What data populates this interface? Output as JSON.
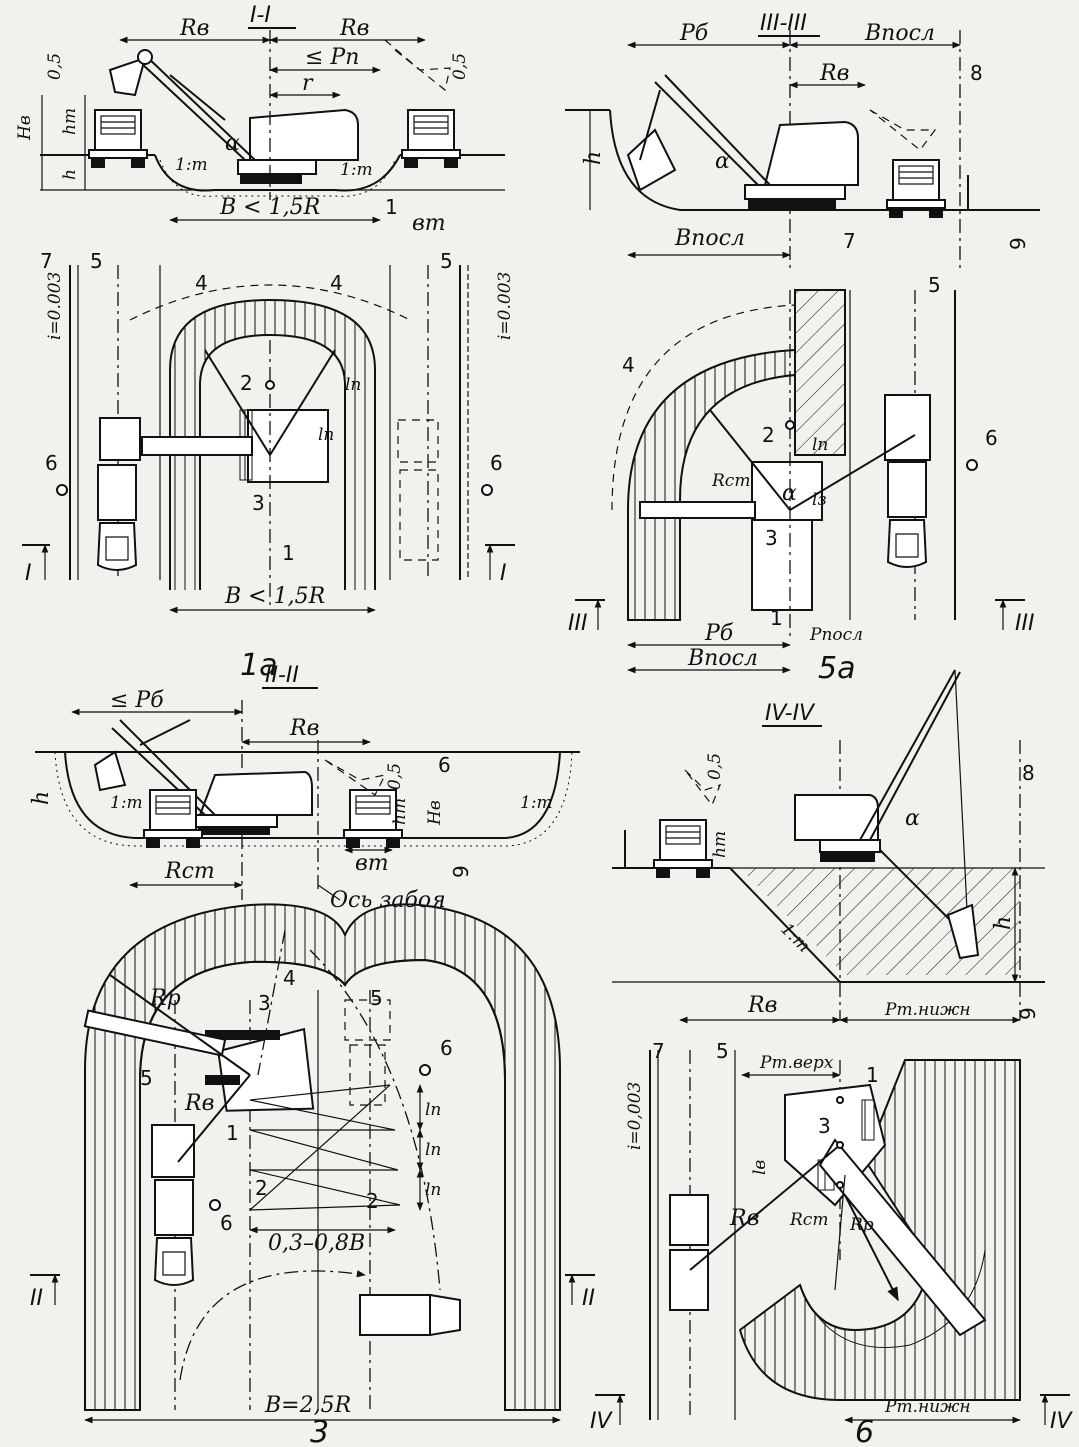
{
  "figures": {
    "fig_1a": {
      "caption": "1a",
      "section_title": "I-I",
      "section_marks": [
        "I",
        "I"
      ],
      "labels": {
        "R_v_left": "Rв",
        "R_v_right": "Rв",
        "P_p": "≤ Pп",
        "r": "r",
        "zero_five_left": "0,5",
        "zero_five_right": "0,5",
        "H_v": "Hв",
        "h_t": "hт",
        "h": "h",
        "alpha": "α",
        "slope_left": "1:m",
        "slope_right": "1:m",
        "B_section": "B < 1,5R",
        "one": "1",
        "b_t": "вт",
        "B_plan": "B < 1,5R",
        "slope_i": "i=0.003",
        "slope_i_right": "i=0.003",
        "l_p_1": "lп",
        "l_p_2": "lп"
      },
      "callouts": [
        "7",
        "5",
        "4",
        "4",
        "5",
        "2",
        "3",
        "6",
        "6",
        "1"
      ]
    },
    "fig_5a": {
      "caption": "5a",
      "section_title": "III-III",
      "section_marks": [
        "III",
        "III"
      ],
      "labels": {
        "P_b": "Pб",
        "B_posl_top": "Bпосл",
        "R_v": "Rв",
        "h": "h",
        "alpha": "α",
        "B_posl_bottom": "Bпосл",
        "nine": "9",
        "R_st": "Rст",
        "l_p": "lп",
        "l_s": "lз",
        "alpha_plan": "α",
        "P_b_plan": "Pб",
        "P_posl": "Pпосл",
        "B_posl_plan": "Bпосл"
      },
      "callouts": [
        "8",
        "7",
        "4",
        "5",
        "2",
        "6",
        "3",
        "1"
      ]
    },
    "fig_3": {
      "caption": "3",
      "section_title": "II-II",
      "section_marks": [
        "II",
        "II"
      ],
      "labels": {
        "P_b": "≤ Pб",
        "R_v": "Rв",
        "h": "h",
        "zero_five": "0,5",
        "h_t": "hт",
        "H_v": "Hв",
        "slope_left": "1:m",
        "slope_right": "1:m",
        "b_t": "вт",
        "nine": "9",
        "R_st": "Rст",
        "face_axis": "Ось забоя",
        "R_p": "Rр",
        "R_v_plan": "Rв",
        "l_p_1": "lп",
        "l_p_2": "lп",
        "l_p_3": "lп",
        "range": "0,3–0,8B",
        "B": "B=2,5R"
      },
      "callouts": [
        "6",
        "4",
        "3",
        "5",
        "6",
        "5",
        "1",
        "2",
        "2",
        "6"
      ]
    },
    "fig_6": {
      "caption": "6",
      "section_title": "IV-IV",
      "section_marks": [
        "IV",
        "IV"
      ],
      "labels": {
        "zero_five": "0,5",
        "h_t": "hт",
        "alpha": "α",
        "slope": "1:m",
        "h": "h",
        "R_v": "Rв",
        "P_t_lower": "Pт.нижн",
        "nine": "9",
        "slope_i": "i=0,003",
        "P_t_upper": "Pт.верх",
        "l_v": "lв",
        "R_v_plan": "Rв",
        "R_st": "Rст",
        "R_p": "Rр",
        "P_t_lower_plan": "Pт.нижн"
      },
      "callouts": [
        "8",
        "7",
        "5",
        "1",
        "3"
      ]
    }
  },
  "colors": {
    "ink": "#111111",
    "paper": "#f2f1ee"
  }
}
